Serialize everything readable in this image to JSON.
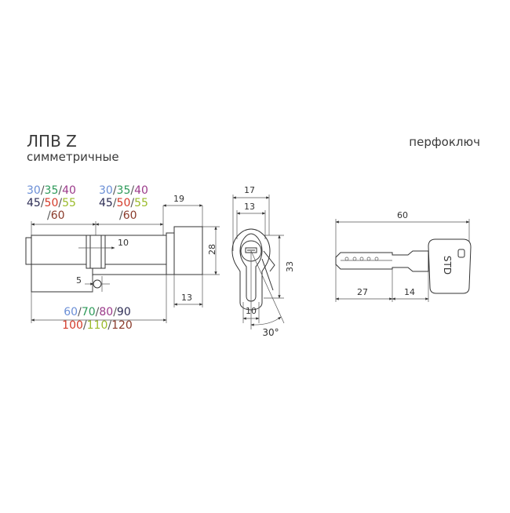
{
  "header": {
    "title": "ЛПВ Z",
    "subtitle": "симметричные",
    "right_title": "перфоключ"
  },
  "colors": {
    "c30": "#6b8fd6",
    "c35": "#2e9a5a",
    "c40": "#9b3a8a",
    "c45": "#2c2c54",
    "c50": "#d43b2a",
    "c55": "#9bbb2a",
    "c60": "#8a3a2a",
    "c70": "#2e9a5a",
    "c80": "#9b3a8a",
    "c90": "#2c2c54",
    "c100": "#d43b2a",
    "c110": "#9bbb2a",
    "c120": "#8a3a2a",
    "slash": "#555555"
  },
  "sizes": {
    "left_row1": [
      "30",
      "35",
      "40"
    ],
    "left_row2": [
      "45",
      "50",
      "55"
    ],
    "left_row3": [
      "60"
    ],
    "right_row1": [
      "30",
      "35",
      "40"
    ],
    "right_row2": [
      "45",
      "50",
      "55"
    ],
    "right_row3": [
      "60"
    ],
    "total_row1": [
      "60",
      "70",
      "80",
      "90"
    ],
    "total_row2": [
      "100",
      "110",
      "120"
    ]
  },
  "dims": {
    "d19": "19",
    "d28": "28",
    "d10_top": "10",
    "d5": "5",
    "d13_bottom": "13",
    "d17": "17",
    "d13_side": "13",
    "d33": "33",
    "d10_side": "10",
    "angle": "30°",
    "d60": "60",
    "d27": "27",
    "d14": "14",
    "key_mark": "STD"
  }
}
